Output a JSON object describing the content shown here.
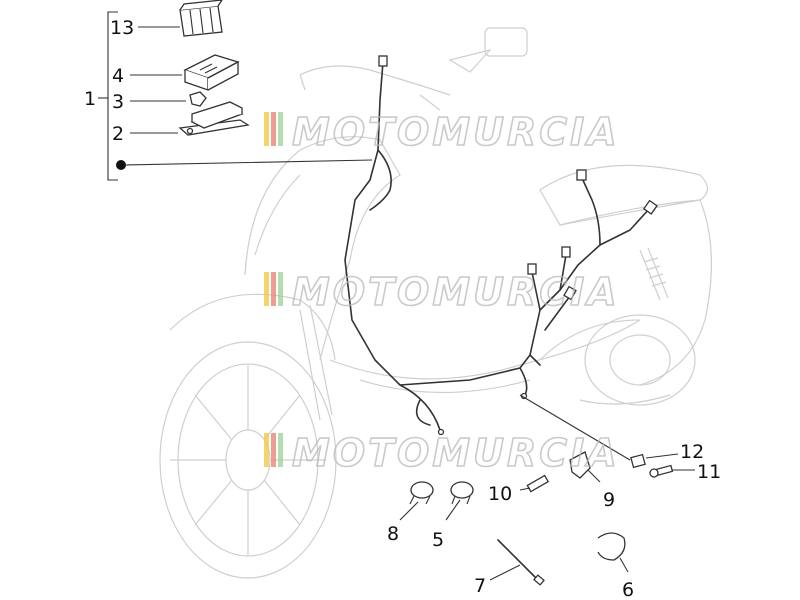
{
  "callouts": {
    "c1": "1",
    "c2": "2",
    "c3": "3",
    "c4": "4",
    "c5": "5",
    "c6": "6",
    "c7": "7",
    "c8": "8",
    "c9": "9",
    "c10": "10",
    "c11": "11",
    "c12": "12",
    "c13": "13"
  },
  "watermark": {
    "text": "MOTOMURCIA",
    "flag_colors": [
      "#f2c94c",
      "#e9867a",
      "#9fd49a"
    ]
  },
  "colors": {
    "line": "#333333",
    "ghost": "#cfcfcf"
  }
}
